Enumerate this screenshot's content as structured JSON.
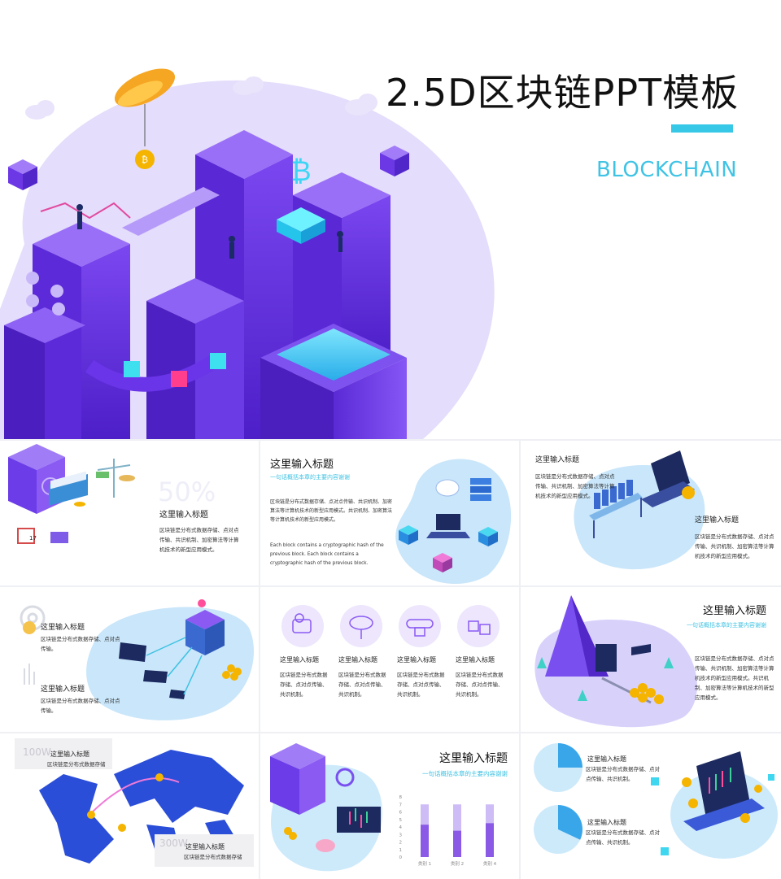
{
  "hero": {
    "title": "2.5D区块链PPT模板",
    "subtitle": "BLOCKCHAIN",
    "colors": {
      "accent": "#36c8e6",
      "purple": "#6a34e8",
      "lavender": "#e3dcfb"
    }
  },
  "slide1": {
    "watermark": "50%",
    "title": "这里输入标题",
    "body": "区块链是分布式数据存储、点对点传输、共识机制、加密算法等计算机技术的新型应用模式。",
    "calendar": "17"
  },
  "slide2": {
    "title": "这里输入标题",
    "subtitle": "一句话概括本章的主要内容谢谢",
    "body_cn": "区块链是分布式数据存储、点对点传输、共识机制、加密算法等计算机技术的新型应用模式。共识机制、加密算法等计算机技术的新型应用模式。",
    "body_en": "Each block contains a cryptographic hash of the previous block. Each block contains a cryptographic hash of the previous block."
  },
  "slide3": {
    "title_top": "这里输入标题",
    "body_top": "区块链是分布式数据存储、点对点传输、共识机制、加密算法等计算机技术的新型应用模式。",
    "title_bottom": "这里输入标题",
    "body_bottom": "区块链是分布式数据存储、点对点传输、共识机制、加密算法等计算机技术的新型应用模式。"
  },
  "slide4": {
    "title1": "这里输入标题",
    "body1": "区块链是分布式数据存储、点对点传输。",
    "title2": "这里输入标题",
    "body2": "区块链是分布式数据存储、点对点传输。"
  },
  "slide5": {
    "items": [
      {
        "title": "这里输入标题",
        "body": "区块链是分布式数据存储、点对点传输、共识机制。",
        "icon": "coin-stack-icon"
      },
      {
        "title": "这里输入标题",
        "body": "区块链是分布式数据存储、点对点传输、共识机制。",
        "icon": "cloud-key-icon"
      },
      {
        "title": "这里输入标题",
        "body": "区块链是分布式数据存储、点对点传输、共识机制。",
        "icon": "chain-lock-icon"
      },
      {
        "title": "这里输入标题",
        "body": "区块链是分布式数据存储、点对点传输、共识机制。",
        "icon": "circuit-box-icon"
      }
    ]
  },
  "slide6": {
    "title": "这里输入标题",
    "subtitle": "一句话概括本章的主要内容谢谢",
    "body": "区块链是分布式数据存储、点对点传输、共识机制、加密算法等计算机技术的新型应用模式。共识机制、加密算法等计算机技术的新型应用模式。"
  },
  "slide7": {
    "label1": "100W",
    "title1": "这里输入标题",
    "body1": "区块链是分布式数据存储",
    "label2": "300W",
    "title2": "这里输入标题",
    "body2": "区块链是分布式数据存储"
  },
  "slide8": {
    "title": "这里输入标题",
    "subtitle": "一句话概括本章的主要内容谢谢",
    "chart_data": {
      "type": "bar",
      "categories": [
        "类别 1",
        "类别 2",
        "类别 4"
      ],
      "values": [
        4.3,
        3.5,
        4.5
      ],
      "totals": [
        7,
        7,
        7
      ],
      "yticks": [
        "0",
        "1",
        "2",
        "3",
        "4",
        "5",
        "6",
        "7",
        "8"
      ],
      "ylim": [
        0,
        8
      ],
      "colors": {
        "fill": "#8a5ae6",
        "track": "#cdbcf5"
      }
    }
  },
  "slide9": {
    "title1": "这里输入标题",
    "body1": "区块链是分布式数据存储、点对点传输、共识机制。",
    "title2": "这里输入标题",
    "body2": "区块链是分布式数据存储、点对点传输、共识机制。",
    "pie1": 0.25,
    "pie2": 0.32
  }
}
